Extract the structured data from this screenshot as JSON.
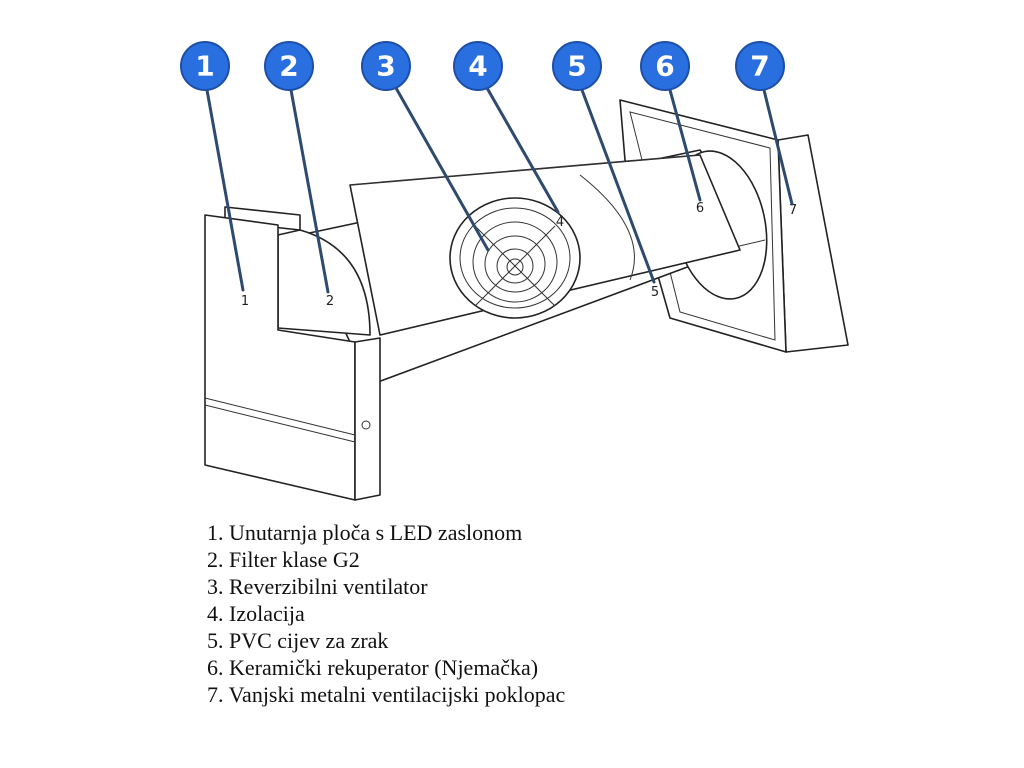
{
  "colors": {
    "badge_fill": "#2a6fe0",
    "badge_stroke": "#1d4fa8",
    "leader": "#2e4a6e"
  },
  "callouts": [
    {
      "number": "1",
      "label": "1"
    },
    {
      "number": "2",
      "label": "2"
    },
    {
      "number": "3",
      "label": "3"
    },
    {
      "number": "4",
      "label": "4"
    },
    {
      "number": "5",
      "label": "5"
    },
    {
      "number": "6",
      "label": "6"
    },
    {
      "number": "7",
      "label": "7"
    }
  ],
  "legend": [
    "1. Unutarnja ploča s LED zaslonom",
    "2. Filter klase G2",
    "3. Reverzibilni ventilator",
    "4. Izolacija",
    "5. PVC cijev za zrak",
    "6. Keramički rekuperator (Njemačka)",
    "7. Vanjski metalni ventilacijski poklopac"
  ]
}
